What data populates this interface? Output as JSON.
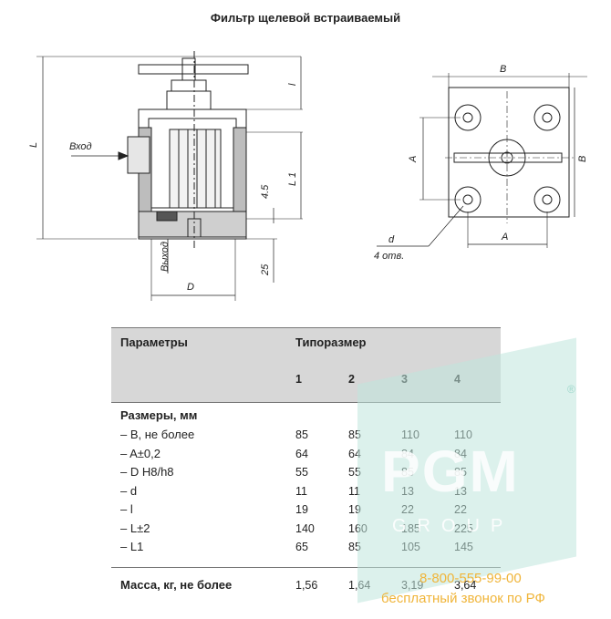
{
  "title": "Фильтр щелевой встраиваемый",
  "drawing_labels": {
    "inlet": "Вход",
    "outlet": "Выход",
    "L": "L",
    "l": "l",
    "L1": "L 1",
    "dim_45": "4.5",
    "dim_25": "25",
    "D": "D",
    "B_top": "B",
    "B_right": "B",
    "A_left": "A",
    "A_bottom": "A",
    "d": "d",
    "holes": "4 отв."
  },
  "table": {
    "col_params": "Параметры",
    "col_size": "Типоразмер",
    "sizes": [
      "1",
      "2",
      "3",
      "4"
    ],
    "section": "Размеры, мм",
    "rows": [
      {
        "label": "– B, не более",
        "values": [
          "85",
          "85",
          "110",
          "110"
        ]
      },
      {
        "label": "– A±0,2",
        "values": [
          "64",
          "64",
          "84",
          "84"
        ]
      },
      {
        "label": "– D H8/h8",
        "values": [
          "55",
          "55",
          "85",
          "85"
        ]
      },
      {
        "label": "– d",
        "values": [
          "11",
          "11",
          "13",
          "13"
        ]
      },
      {
        "label": "– l",
        "values": [
          "19",
          "19",
          "22",
          "22"
        ]
      },
      {
        "label": "– L±2",
        "values": [
          "140",
          "160",
          "185",
          "225"
        ]
      },
      {
        "label": "– L1",
        "values": [
          "65",
          "85",
          "105",
          "145"
        ]
      }
    ],
    "mass": {
      "label": "Масса, кг, не более",
      "values": [
        "1,56",
        "1,64",
        "3,19",
        "3,64"
      ]
    }
  },
  "watermark": {
    "logo": "PGM",
    "group": "GROUP",
    "reg": "®",
    "phone": "8-800-555-99-00",
    "free_call": "бесплатный звонок по РФ"
  }
}
